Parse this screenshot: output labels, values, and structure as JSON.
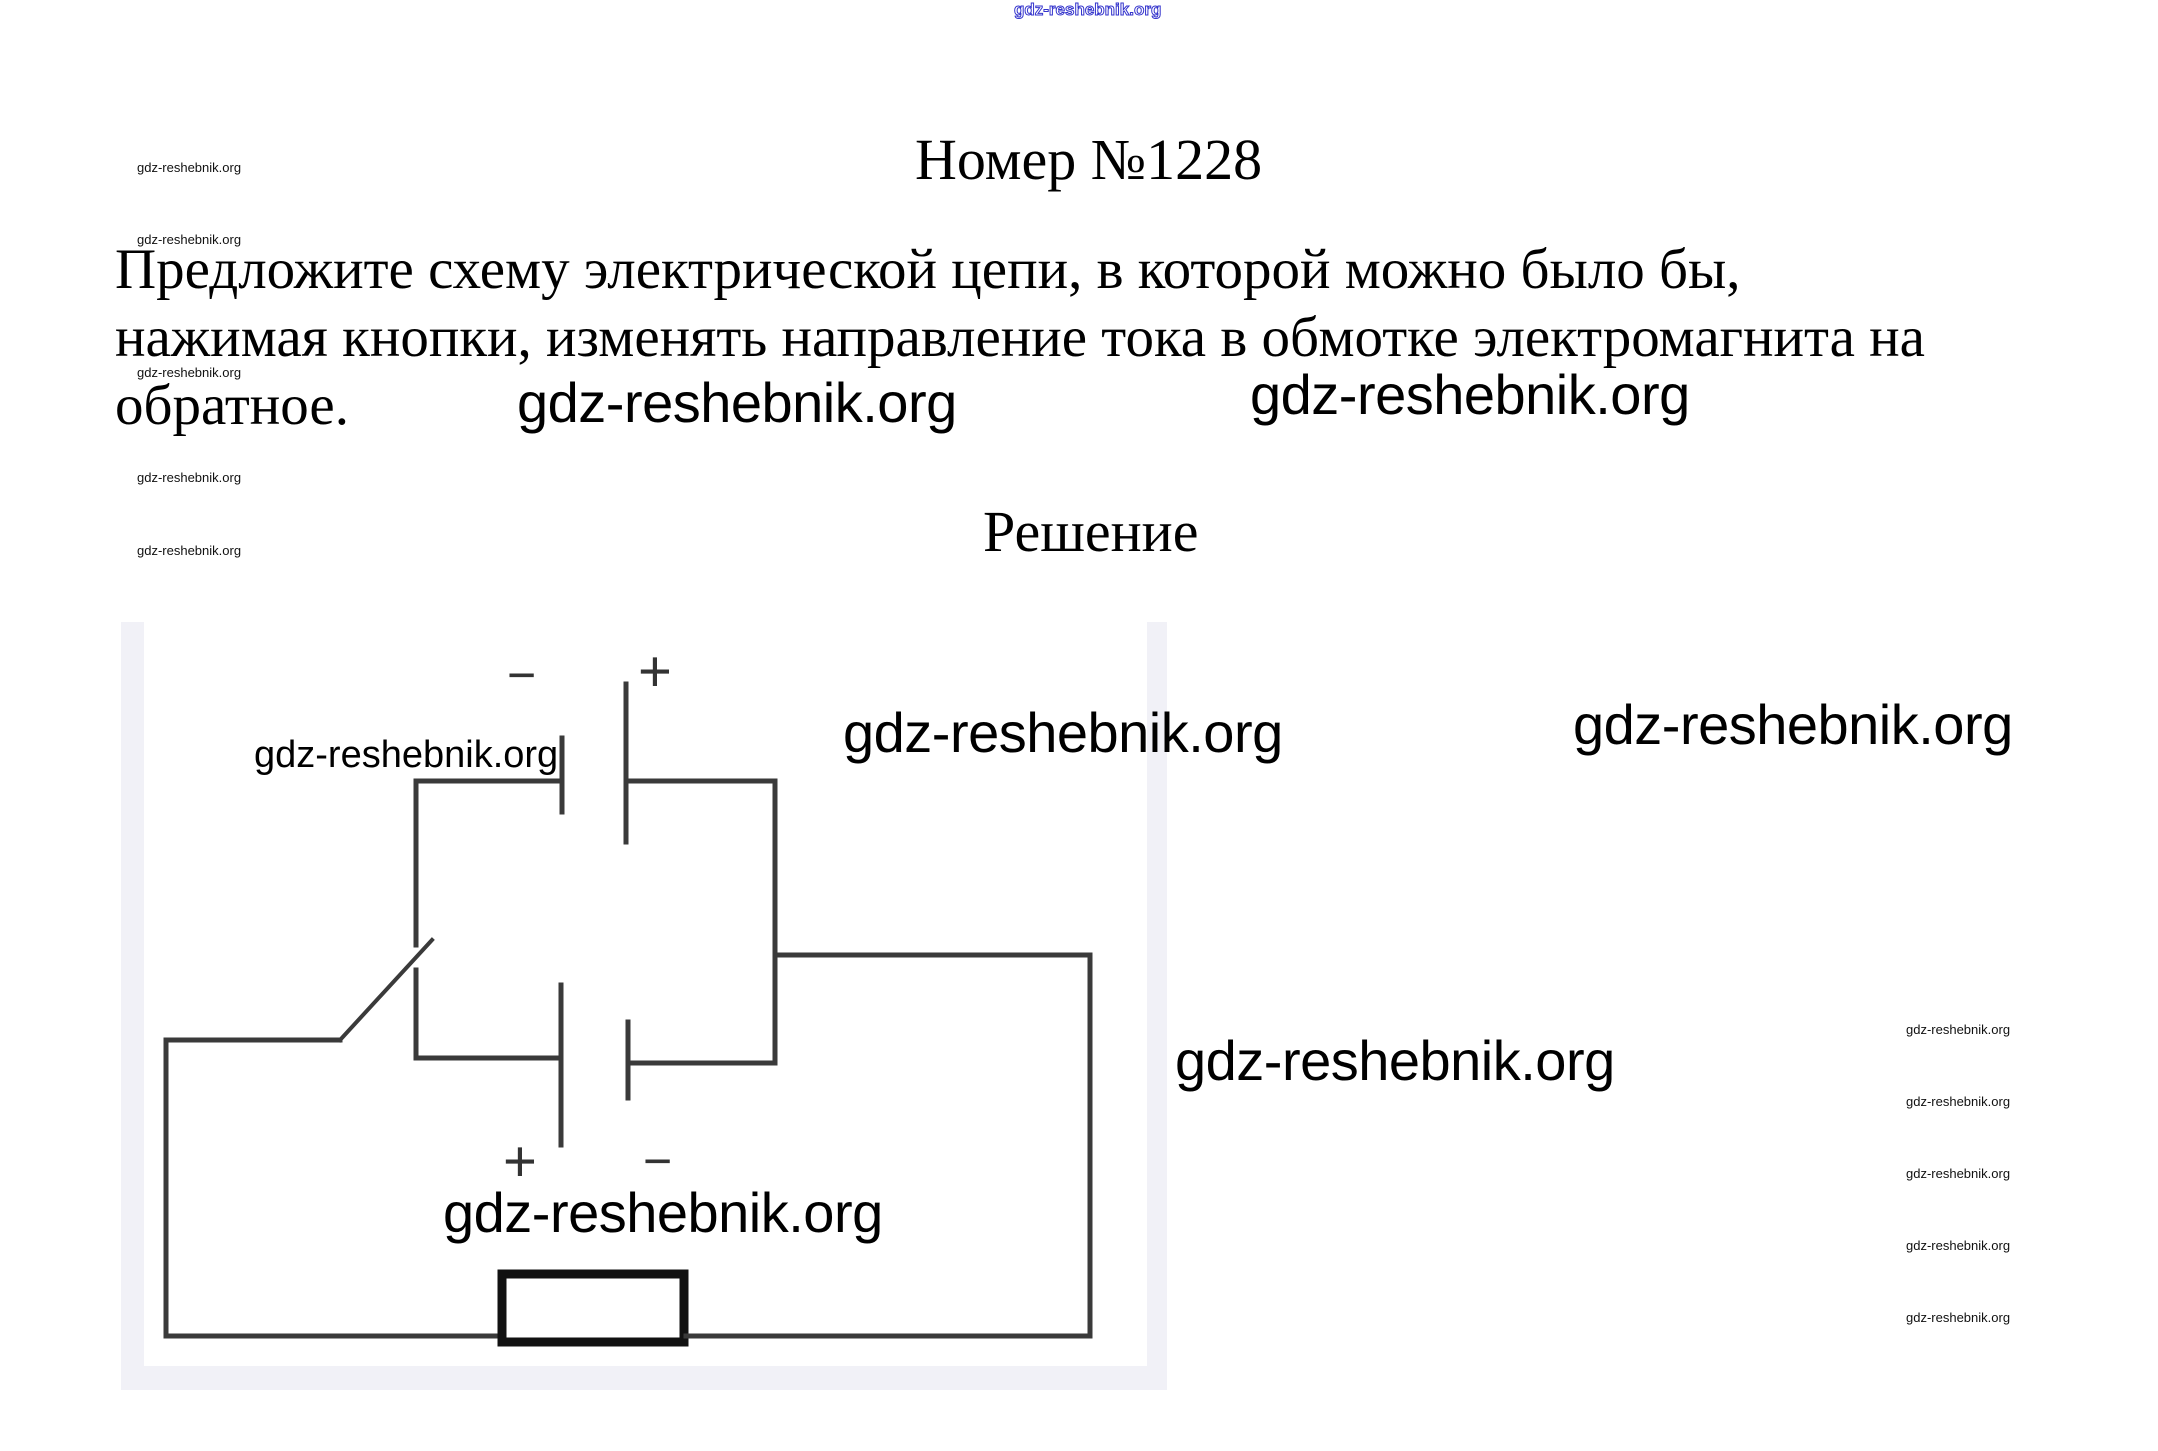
{
  "watermarks": {
    "header": "gdz-reshebnik.org",
    "left_small": [
      "gdz-reshebnik.org",
      "gdz-reshebnik.org",
      "gdz-reshebnik.org",
      "gdz-reshebnik.org",
      "gdz-reshebnik.org"
    ],
    "right_small": [
      "gdz-reshebnik.org",
      "gdz-reshebnik.org",
      "gdz-reshebnik.org",
      "gdz-reshebnik.org",
      "gdz-reshebnik.org"
    ],
    "big": [
      "gdz-reshebnik.org",
      "gdz-reshebnik.org",
      "gdz-reshebnik.org",
      "gdz-reshebnik.org",
      "gdz-reshebnik.org",
      "gdz-reshebnik.org"
    ],
    "diagram_inline": "gdz-reshebnik.org"
  },
  "document": {
    "title": "Номер №1228",
    "task_lines": [
      "Предложите схему электрической цепи, в которой можно было бы,",
      "нажимая кнопки, изменять направление тока в обмотке электромагнита на",
      "обратное."
    ],
    "solution_heading": "Решение"
  },
  "diagram": {
    "type": "circuit",
    "components": [
      "battery-top",
      "battery-bottom",
      "switch",
      "electromagnet-coil"
    ],
    "top_battery_labels": {
      "negative": "−",
      "positive": "+"
    },
    "bottom_battery_labels": {
      "positive": "+",
      "negative": "−"
    },
    "wire_color": "#3a3a3a"
  }
}
